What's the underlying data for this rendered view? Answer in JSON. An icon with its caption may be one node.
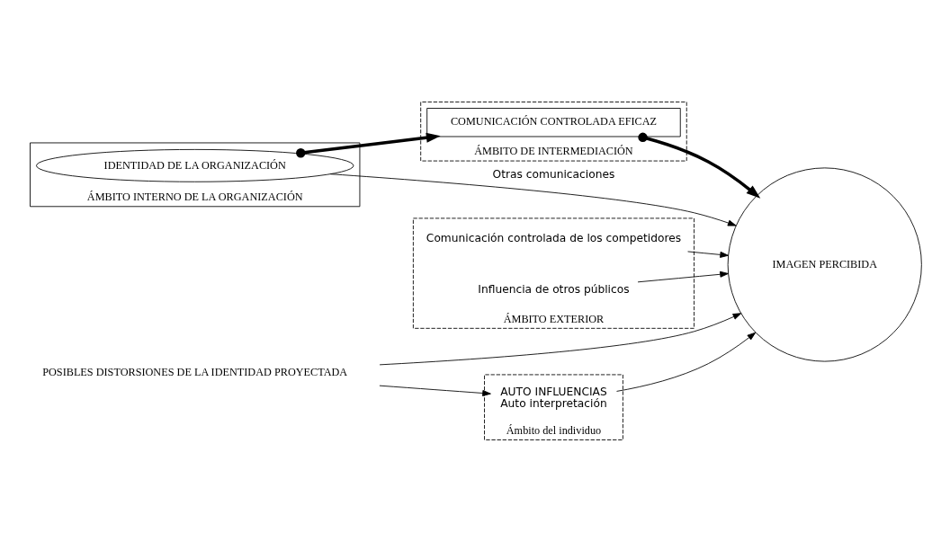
{
  "diagram": {
    "nodes": [
      {
        "text": [
          "ÁMBITO INTERNO DE LA ORGANIZACIÓN"
        ]
      },
      {
        "text": [
          "IDENTIDAD DE LA ORGANIZACIÓN"
        ],
        "in": 0
      },
      {
        "text": [
          "ÁMBITO DE INTERMEDIACIÓN"
        ]
      },
      {
        "text": [
          "COMUNICACIÓN CONTROLADA EFICAZ"
        ],
        "in": 2
      },
      {
        "text": [
          "ÁMBITO EXTERIOR"
        ]
      },
      {
        "text": [
          "Comunicación controlada de los competidores"
        ],
        "in": 4
      },
      {
        "text": [
          "Influencia de otros públicos"
        ],
        "in": 4
      },
      {
        "text": [
          "POSIBLES DISTORSIONES DE LA IDENTIDAD PROYECTADA"
        ]
      },
      {
        "text": [
          "IMAGEN PERCIBIDA"
        ]
      },
      {
        "text": [
          "Ámbito del individuo"
        ]
      },
      {
        "text": [
          "AUTO INFLUENCIAS",
          "Auto interpretación"
        ],
        "in": 9
      }
    ],
    "edges": [
      {
        "from": 1,
        "to": 3,
        "arrow": "to",
        "style": "thick"
      },
      {
        "from": 3,
        "to": 8,
        "arrow": "to",
        "style": "thick"
      },
      {
        "from": 1,
        "to": 8,
        "arrow": "to",
        "label": "Otras comunicaciones"
      },
      {
        "from": 5,
        "to": 8,
        "arrow": "to"
      },
      {
        "from": 6,
        "to": 8,
        "arrow": "to"
      },
      {
        "from": 7,
        "to": 8,
        "arrow": "to"
      },
      {
        "from": 7,
        "to": 10,
        "arrow": "to"
      },
      {
        "from": 10,
        "to": 8,
        "arrow": "to"
      }
    ]
  }
}
